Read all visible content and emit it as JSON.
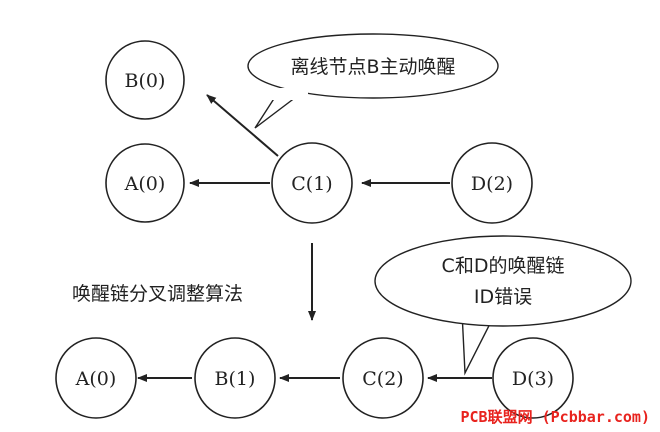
{
  "nodes": {
    "b_top": "B(0)",
    "a_top": "A(0)",
    "c_top": "C(1)",
    "d_top": "D(2)",
    "a_bottom": "A(0)",
    "b_bottom": "B(1)",
    "c_bottom": "C(2)",
    "d_bottom": "D(3)"
  },
  "bubbles": {
    "top": "离线节点B主动唤醒",
    "bottom_line1": "C和D的唤醒链",
    "bottom_line2": "ID错误"
  },
  "process_label": "唤醒链分叉调整算法",
  "watermark": "PCB联盟网 (Pcbbar.com)",
  "colors": {
    "stroke": "#222222",
    "watermark": "#e8231e"
  }
}
